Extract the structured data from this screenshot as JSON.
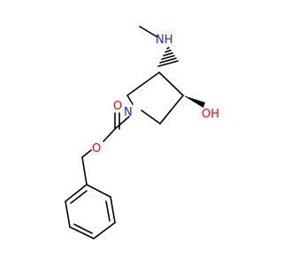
{
  "molecule": {
    "atoms": {
      "ring_nitrogen": {
        "label": "N",
        "color": "#2020ff"
      },
      "amine": {
        "label": "NH",
        "color": "#2020ff"
      },
      "hydroxyl": {
        "label": "OH",
        "color": "#ff0000"
      },
      "carbonyl_oxygen": {
        "label": "O",
        "color": "#ff0000"
      },
      "ester_oxygen": {
        "label": "O",
        "color": "#ff0000"
      }
    },
    "bond_color": "#000000"
  }
}
